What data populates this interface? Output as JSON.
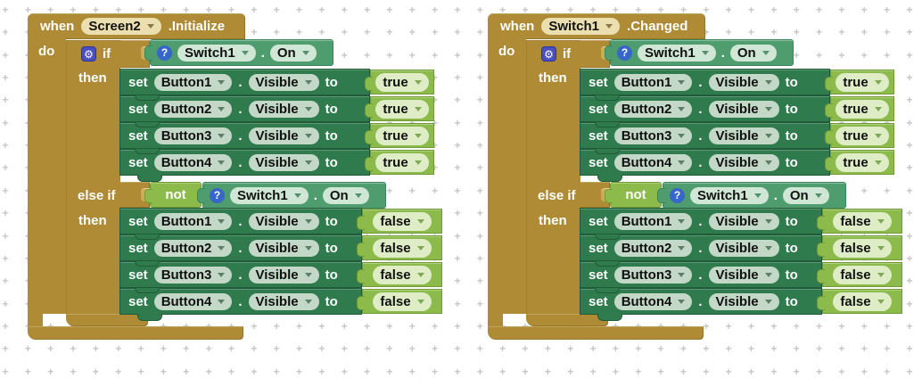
{
  "labels": {
    "when": "when",
    "do": "do",
    "if": "if",
    "then": "then",
    "else_if": "else if",
    "set": "set",
    "to": "to",
    "dot": ".",
    "not": "not"
  },
  "icons": {
    "gear": "⚙",
    "question": "?",
    "dropdown_arrow": "▼"
  },
  "colors": {
    "event_gold": "#AE8B34",
    "getter_green": "#4F9D6E",
    "setter_dark_green": "#2F7B4D",
    "logic_green": "#8CBB4C",
    "gear_blue": "#4A4FC0",
    "question_blue": "#3766C9",
    "grid_cross": "#c6c6c6"
  },
  "blocks": [
    {
      "event_component": "Screen2",
      "event_suffix": ".Initialize",
      "if_condition": {
        "component": "Switch1",
        "property": "On"
      },
      "then_sets": [
        {
          "component": "Button1",
          "property": "Visible",
          "value": "true"
        },
        {
          "component": "Button2",
          "property": "Visible",
          "value": "true"
        },
        {
          "component": "Button3",
          "property": "Visible",
          "value": "true"
        },
        {
          "component": "Button4",
          "property": "Visible",
          "value": "true"
        }
      ],
      "elseif_condition": {
        "component": "Switch1",
        "property": "On"
      },
      "else_sets": [
        {
          "component": "Button1",
          "property": "Visible",
          "value": "false"
        },
        {
          "component": "Button2",
          "property": "Visible",
          "value": "false"
        },
        {
          "component": "Button3",
          "property": "Visible",
          "value": "false"
        },
        {
          "component": "Button4",
          "property": "Visible",
          "value": "false"
        }
      ]
    },
    {
      "event_component": "Switch1",
      "event_suffix": ".Changed",
      "if_condition": {
        "component": "Switch1",
        "property": "On"
      },
      "then_sets": [
        {
          "component": "Button1",
          "property": "Visible",
          "value": "true"
        },
        {
          "component": "Button2",
          "property": "Visible",
          "value": "true"
        },
        {
          "component": "Button3",
          "property": "Visible",
          "value": "true"
        },
        {
          "component": "Button4",
          "property": "Visible",
          "value": "true"
        }
      ],
      "elseif_condition": {
        "component": "Switch1",
        "property": "On"
      },
      "else_sets": [
        {
          "component": "Button1",
          "property": "Visible",
          "value": "false"
        },
        {
          "component": "Button2",
          "property": "Visible",
          "value": "false"
        },
        {
          "component": "Button3",
          "property": "Visible",
          "value": "false"
        },
        {
          "component": "Button4",
          "property": "Visible",
          "value": "false"
        }
      ]
    }
  ]
}
